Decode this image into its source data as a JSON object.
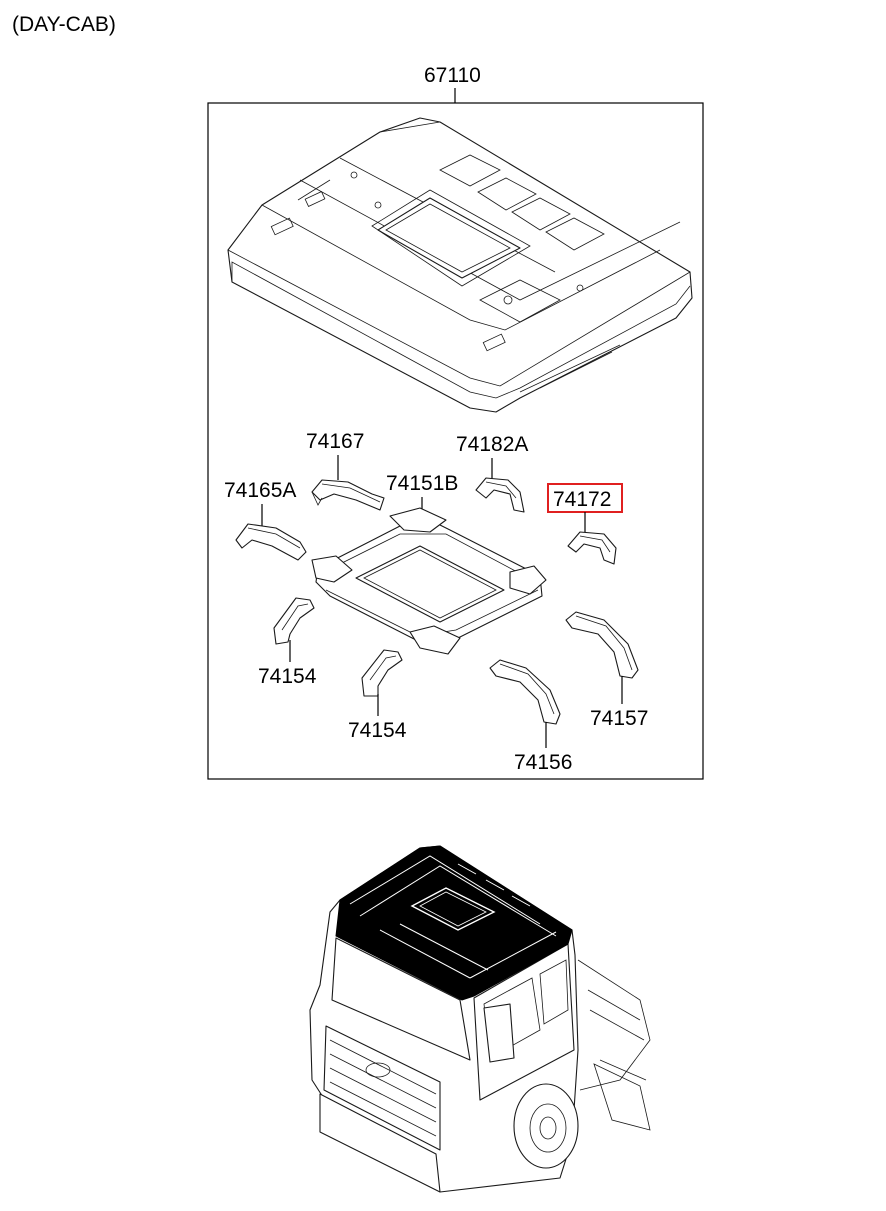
{
  "header": {
    "variant": "(DAY-CAB)"
  },
  "assembly": {
    "part_no": "67110"
  },
  "parts": [
    {
      "part_no": "74167"
    },
    {
      "part_no": "74182A"
    },
    {
      "part_no": "74165A"
    },
    {
      "part_no": "74151B"
    },
    {
      "part_no": "74172",
      "highlighted": true,
      "highlight_color": "#e02020"
    },
    {
      "part_no": "74154"
    },
    {
      "part_no": "74154"
    },
    {
      "part_no": "74157"
    },
    {
      "part_no": "74156"
    }
  ],
  "colors": {
    "line": "#000000",
    "highlight": "#e02020",
    "roof_fill": "#000000"
  }
}
